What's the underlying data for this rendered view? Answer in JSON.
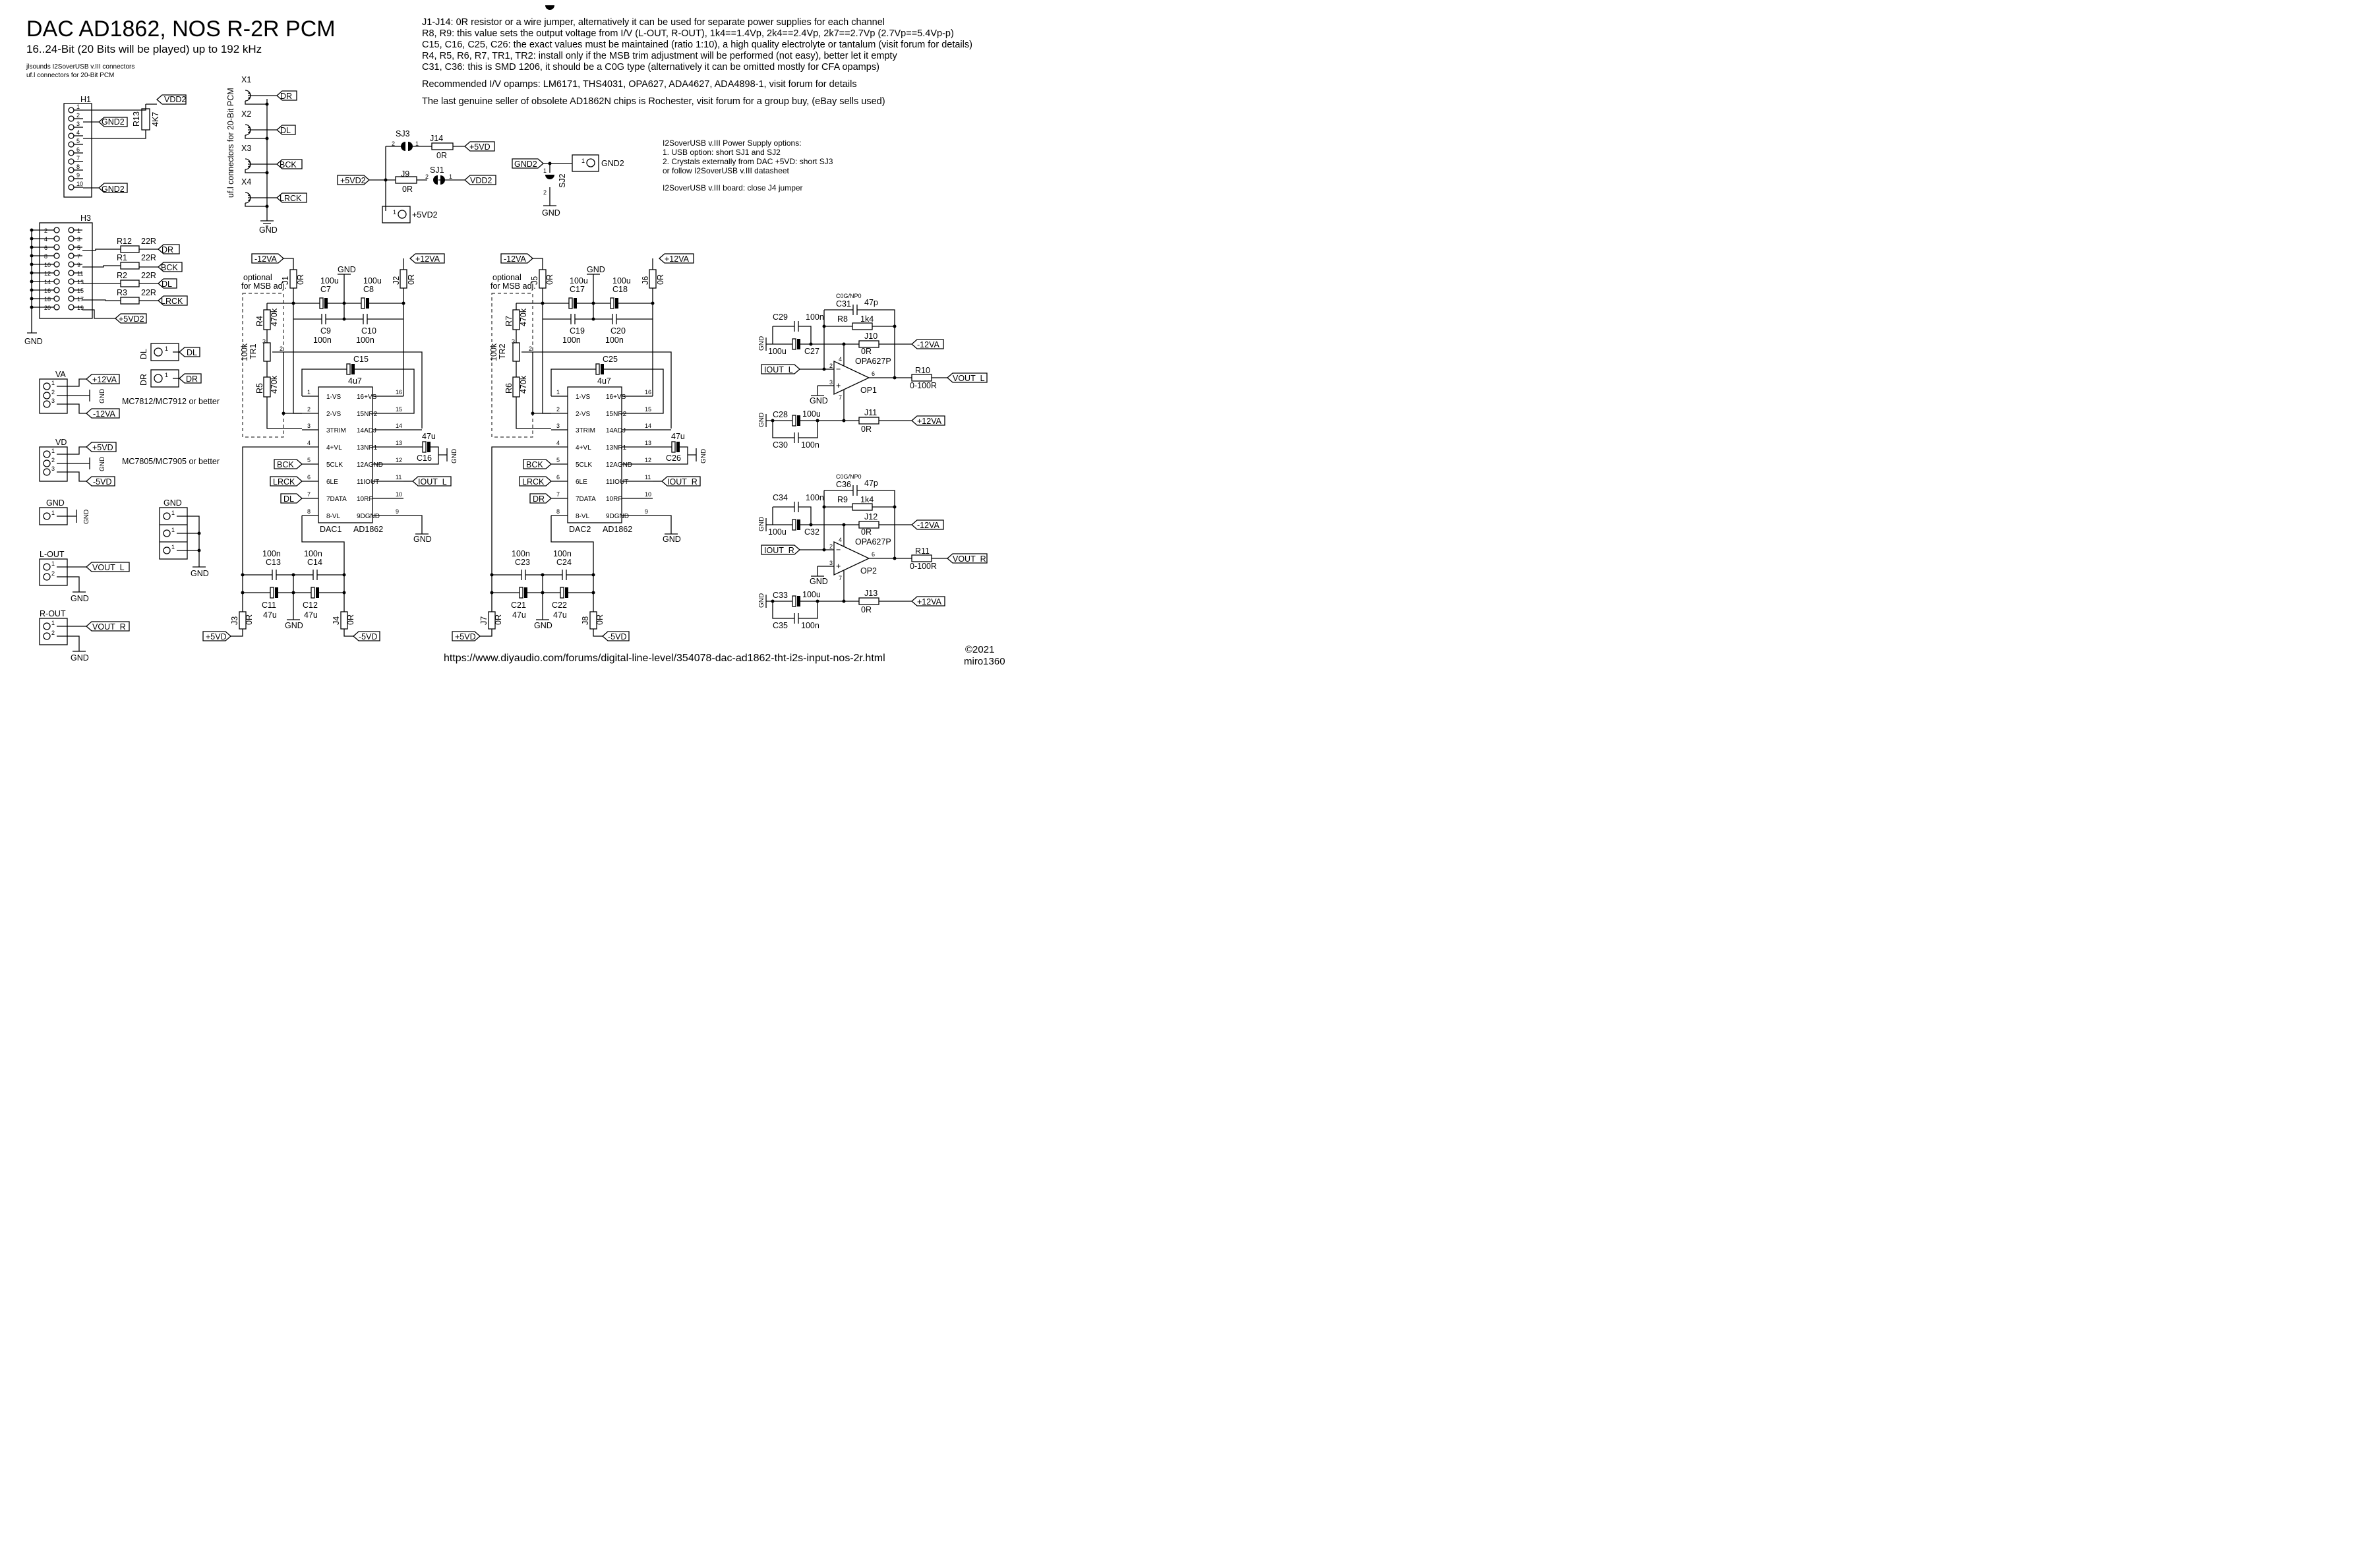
{
  "title": "DAC AD1862, NOS R-2R PCM",
  "subtitle": "16..24-Bit (20 Bits will be played) up to 192 kHz",
  "small_notes": [
    "jlsounds I2SoverUSB v.III connectors",
    "uf.l connectors for 20-Bit PCM"
  ],
  "notes": [
    "J1-J14: 0R resistor or a wire jumper, alternatively it can be used for separate power supplies for each channel",
    "R8, R9: this value sets the output voltage from I/V (L-OUT, R-OUT), 1k4==1.4Vp, 2k4==2.4Vp, 2k7==2.7Vp (2.7Vp==5.4Vp-p)",
    "C15, C16, C25, C26: the exact values must be maintained (ratio 1:10), a high quality electrolyte or tantalum (visit forum for details)",
    "R4, R5, R6, R7, TR1, TR2: install only if the MSB trim adjustment will be performed (not easy), better let it empty",
    "C31, C36: this is SMD 1206, it should be a C0G type (alternatively it can be omitted mostly for CFA opamps)",
    "Recommended I/V opamps: LM6171, THS4031, OPA627, ADA4627, ADA4898-1, visit forum for details",
    "The last genuine seller of obsolete AD1862N chips is Rochester, visit forum for a group buy, (eBay sells used)"
  ],
  "psu_notes": [
    "I2SoverUSB v.III Power Supply options:",
    "1. USB option: short SJ1 and SJ2",
    "2. Crystals externally from DAC +5VD: short SJ3",
    "or follow I2SoverUSB v.III datasheet",
    "I2SoverUSB v.III board: close J4 jumper"
  ],
  "url": "https://www.diyaudio.com/forums/digital-line-level/354078-dac-ad1862-tht-i2s-input-nos-2r.html",
  "copyright": [
    "©2021",
    "miro1360"
  ],
  "nets": {
    "vdd2": "VDD2",
    "gnd2": "GND2",
    "gnd": "GND",
    "dr": "DR",
    "dl": "DL",
    "bck": "BCK",
    "lrck": "LRCK",
    "p5vd2": "+5VD2",
    "p5vd": "+5VD",
    "m5vd": "-5VD",
    "p12va": "+12VA",
    "m12va": "-12VA",
    "iout_l": "IOUT_L",
    "iout_r": "IOUT_R",
    "vout_l": "VOUT_L",
    "vout_r": "VOUT_R"
  },
  "h1": {
    "ref": "H1",
    "pins": [
      "1",
      "2",
      "3",
      "4",
      "5",
      "6",
      "7",
      "8",
      "9",
      "10"
    ],
    "r13_ref": "R13",
    "r13_val": "4K7"
  },
  "h3": {
    "ref": "H3",
    "left_pins": [
      "2",
      "4",
      "6",
      "8",
      "10",
      "12",
      "14",
      "16",
      "18",
      "20"
    ],
    "right_pins": [
      "1",
      "3",
      "5",
      "7",
      "9",
      "11",
      "13",
      "15",
      "17",
      "19"
    ],
    "resistors": [
      {
        "ref": "R12",
        "val": "22R"
      },
      {
        "ref": "R1",
        "val": "22R"
      },
      {
        "ref": "R2",
        "val": "22R"
      },
      {
        "ref": "R3",
        "val": "22R"
      }
    ]
  },
  "ufl": {
    "label": "uf.l connectors for 20-Bit PCM",
    "refs": [
      "X1",
      "X2",
      "X3",
      "X4"
    ]
  },
  "jumpers_top": {
    "sj3": "SJ3",
    "j14": "J14",
    "j14_val": "0R",
    "j9": "J9",
    "j9_val": "0R",
    "sj1": "SJ1",
    "sj2": "SJ2"
  },
  "pin_one": "1",
  "pin_two": "2",
  "pin_three": "3",
  "connectors": {
    "va": {
      "ref": "VA",
      "reg": "MC7812/MC7912 or better"
    },
    "vd": {
      "ref": "VD",
      "reg": "MC7805/MC7905 or better"
    },
    "gnd_pad": "GND",
    "lout": "L-OUT",
    "rout": "R-OUT"
  },
  "channels": [
    {
      "dac_ref": "DAC1",
      "chip": "AD1862",
      "j_neg": "J1",
      "j_pos": "J2",
      "j_dig5": "J3",
      "j_digm5": "J4",
      "zero": "0R",
      "c_a": "C7",
      "c_b": "C8",
      "c_a2": "C9",
      "c_b2": "C10",
      "c_100u": "100u",
      "c_100n": "100n",
      "c15": "C15",
      "c15_val": "4u7",
      "c16": "C16",
      "c16_val": "47u",
      "r_top": "R4",
      "r_bot": "R5",
      "r_val": "470k",
      "tr": "TR1",
      "tr_val": "100k",
      "opt": [
        "optional",
        "for MSB adj."
      ],
      "c13": "C13",
      "c14": "C14",
      "c11": "C11",
      "c12": "C12",
      "c47u": "47u",
      "in_bck": "BCK",
      "in_lrck": "LRCK",
      "in_data": "DL",
      "out": "IOUT_L"
    },
    {
      "dac_ref": "DAC2",
      "chip": "AD1862",
      "j_neg": "J5",
      "j_pos": "J6",
      "j_dig5": "J7",
      "j_digm5": "J8",
      "zero": "0R",
      "c_a": "C17",
      "c_b": "C18",
      "c_a2": "C19",
      "c_b2": "C20",
      "c_100u": "100u",
      "c_100n": "100n",
      "c15": "C25",
      "c15_val": "4u7",
      "c16": "C26",
      "c16_val": "47u",
      "r_top": "R7",
      "r_bot": "R6",
      "r_val": "470k",
      "tr": "TR2",
      "tr_val": "100k",
      "opt": [
        "optional",
        "for MSB adj."
      ],
      "c13": "C23",
      "c14": "C24",
      "c11": "C21",
      "c12": "C22",
      "c47u": "47u",
      "in_bck": "BCK",
      "in_lrck": "LRCK",
      "in_data": "DR",
      "out": "IOUT_R"
    }
  ],
  "dac_pins_left": [
    "1-VS",
    "2-VS",
    "3TRIM",
    "4+VL",
    "5CLK",
    "6LE",
    "7DATA",
    "8-VL"
  ],
  "dac_pins_right": [
    "16+VS",
    "15NR2",
    "14ADJ",
    "13NR1",
    "12AGND",
    "11IOUT",
    "10RF",
    "9DGND"
  ],
  "dac_pin_nums_left": [
    "1",
    "2",
    "3",
    "4",
    "5",
    "6",
    "7",
    "8"
  ],
  "dac_pin_nums_right": [
    "16",
    "15",
    "14",
    "13",
    "12",
    "11",
    "10",
    "9"
  ],
  "opamps": [
    {
      "ref": "OP1",
      "part": "OPA627P",
      "c0g": "C0G/NP0",
      "cf": "C31",
      "cf_val": "47p",
      "rf": "R8",
      "rf_val": "1k4",
      "c_top_a": "C29",
      "c_top_a_val": "100n",
      "c_top_b": "C27",
      "c_top_b_val": "100u",
      "j_top": "J10",
      "c_bot_a": "C28",
      "c_bot_a_val": "100u",
      "c_bot_b": "C30",
      "c_bot_b_val": "100n",
      "j_bot": "J11",
      "ro": "R10",
      "ro_val": "0-100R",
      "in": "IOUT_L",
      "out": "VOUT_L"
    },
    {
      "ref": "OP2",
      "part": "OPA627P",
      "c0g": "C0G/NP0",
      "cf": "C36",
      "cf_val": "47p",
      "rf": "R9",
      "rf_val": "1k4",
      "c_top_a": "C34",
      "c_top_a_val": "100n",
      "c_top_b": "C32",
      "c_top_b_val": "100u",
      "j_top": "J12",
      "c_bot_a": "C33",
      "c_bot_a_val": "100u",
      "c_bot_b": "C35",
      "c_bot_b_val": "100n",
      "j_bot": "J13",
      "ro": "R11",
      "ro_val": "0-100R",
      "in": "IOUT_R",
      "out": "VOUT_R"
    }
  ],
  "opamp_pins": {
    "p2": "2",
    "p3": "3",
    "p4": "4",
    "p6": "6",
    "p7": "7",
    "minus": "−",
    "plus": "+",
    "zero": "0R"
  }
}
